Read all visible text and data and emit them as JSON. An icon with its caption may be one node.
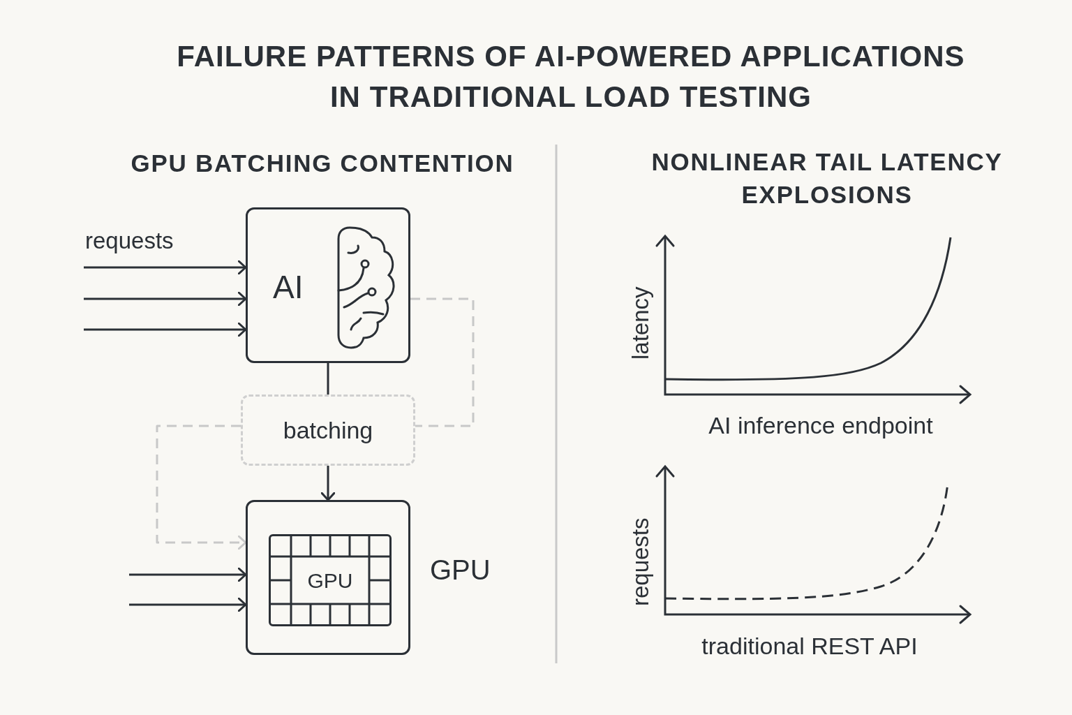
{
  "diagram": {
    "title": "FAILURE PATTERNS OF AI-POWERED APPLICATIONS IN TRADITIONAL LOAD TESTING",
    "nodes": [
      {
        "text": [
          "AI"
        ]
      },
      {
        "text": [
          "batching"
        ]
      },
      {
        "text": [],
        "shape": "box",
        "beside": [
          "GPU"
        ]
      },
      {
        "text": [
          "GPU"
        ],
        "in": 2
      }
    ],
    "edges": [
      {
        "from": null,
        "to": 0,
        "arrow": "to"
      },
      {
        "from": null,
        "to": 0,
        "arrow": "to"
      },
      {
        "from": null,
        "to": 0,
        "arrow": "to"
      },
      {
        "from": 0,
        "to": 1,
        "arrow": "none"
      },
      {
        "from": 0,
        "to": 1,
        "arrow": "none",
        "style": "dashed",
        "color": "#c8c8c8"
      },
      {
        "from": 1,
        "to": 2,
        "arrow": "to"
      },
      {
        "from": 1,
        "to": 2,
        "arrow": "to",
        "style": "dashed",
        "color": "#c8c8c8"
      },
      {
        "from": null,
        "to": 2,
        "arrow": "to"
      },
      {
        "from": null,
        "to": 2,
        "arrow": "to"
      }
    ],
    "labels": [
      "GPU BATCHING CONTENTION",
      "NONLINEAR TAIL LATENCY EXPLOSIONS",
      "requests",
      "latency",
      "AI inference endpoint",
      "requests",
      "traditional REST API"
    ]
  }
}
